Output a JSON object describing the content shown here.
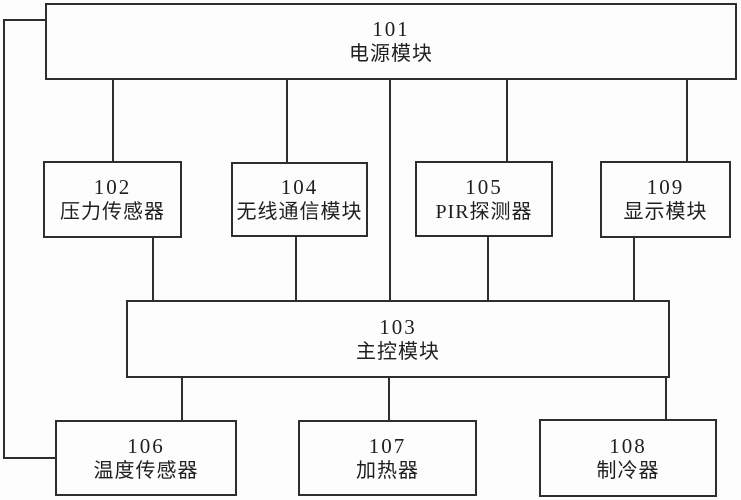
{
  "diagram": {
    "blocks": {
      "b101": {
        "num": "101",
        "label": "电源模块"
      },
      "b102": {
        "num": "102",
        "label": "压力传感器"
      },
      "b104": {
        "num": "104",
        "label": "无线通信模块"
      },
      "b105": {
        "num": "105",
        "label": "PIR探测器"
      },
      "b109": {
        "num": "109",
        "label": "显示模块"
      },
      "b103": {
        "num": "103",
        "label": "主控模块"
      },
      "b106": {
        "num": "106",
        "label": "温度传感器"
      },
      "b107": {
        "num": "107",
        "label": "加热器"
      },
      "b108": {
        "num": "108",
        "label": "制冷器"
      }
    },
    "colors": {
      "line": "#2e2e2e",
      "text": "#1f1f1f",
      "background": "#fdfdfd"
    }
  }
}
